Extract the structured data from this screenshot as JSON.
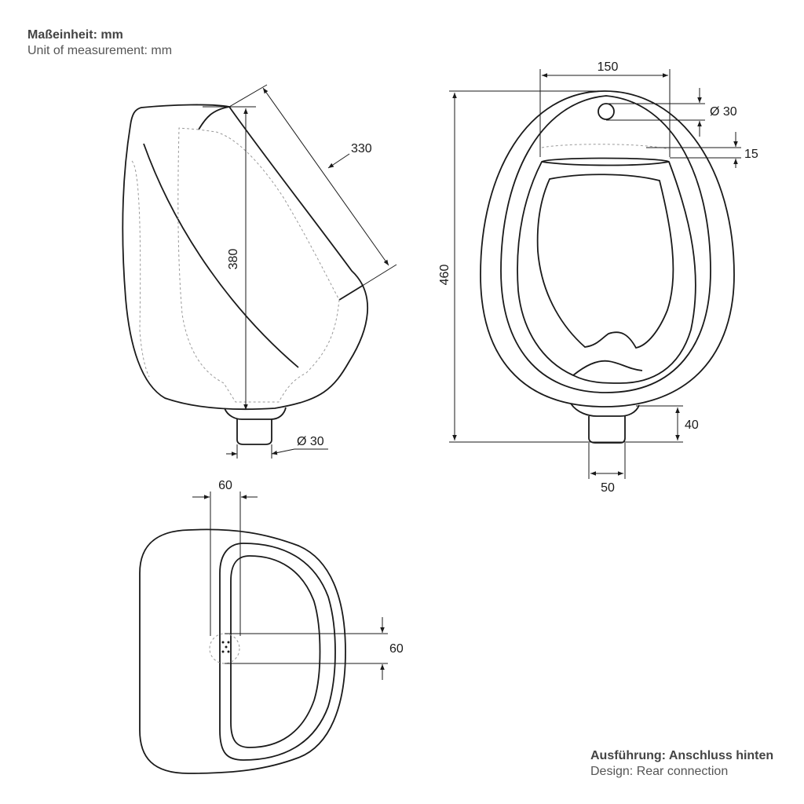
{
  "captions": {
    "unit_de": "Maßeinheit: mm",
    "unit_en": "Unit of measurement: mm",
    "design_de": "Ausführung: Anschluss hinten",
    "design_en": "Design: Rear connection"
  },
  "dimensions": {
    "side_diagonal": "330",
    "side_height": "380",
    "side_outlet_dia": "Ø 30",
    "front_width": "150",
    "front_inlet_dia": "Ø 30",
    "front_rim": "15",
    "front_height": "460",
    "front_outlet_height": "40",
    "front_outlet_width": "50",
    "top_offset": "60",
    "top_hole": "60"
  }
}
